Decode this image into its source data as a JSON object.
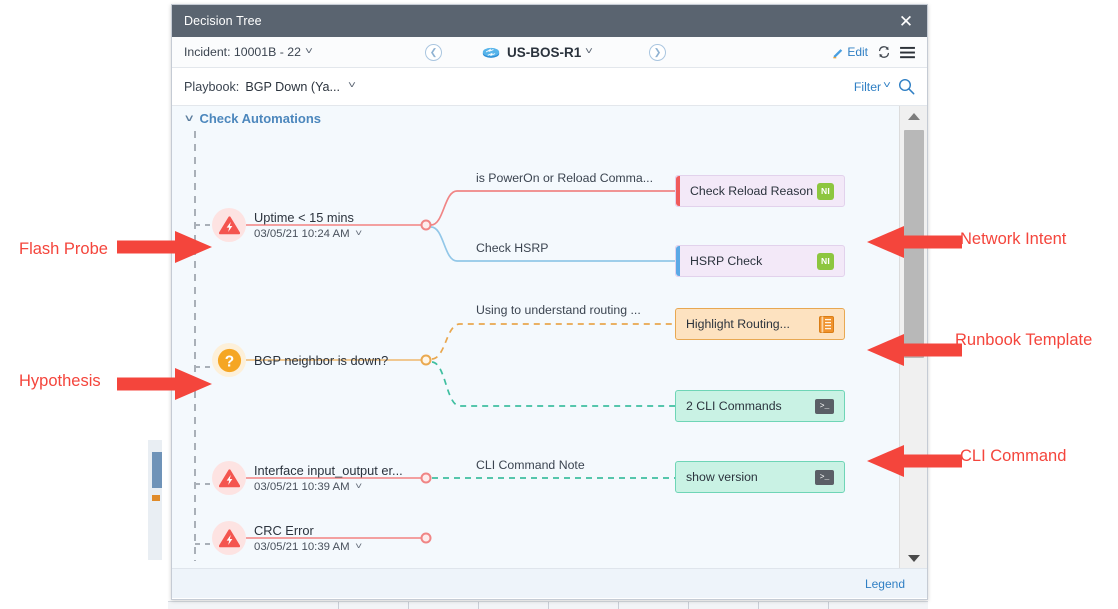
{
  "window": {
    "title": "Decision Tree",
    "close_icon": "close-icon"
  },
  "incident_bar": {
    "incident_label": "Incident: 10001B - 22",
    "prev_icon": "chevron-left-icon",
    "next_icon": "chevron-right-icon",
    "device_icon": "router-icon",
    "device_name": "US-BOS-R1",
    "edit_label": "Edit",
    "edit_icon": "pencil-icon",
    "sync_icon": "sync-icon",
    "menu_icon": "hamburger-menu-icon"
  },
  "playbook_bar": {
    "label": "Playbook:",
    "value": "BGP Down (Ya...",
    "filter_label": "Filter",
    "search_icon": "search-icon"
  },
  "tree": {
    "section_title": "Check Automations",
    "nodes": [
      {
        "id": "uptime",
        "icon": "flash-probe-icon",
        "title": "Uptime < 15 mins",
        "timestamp": "03/05/21 10:24 AM"
      },
      {
        "id": "bgp-hypothesis",
        "icon": "hypothesis-question-icon",
        "title": "BGP neighbor is down?",
        "timestamp": ""
      },
      {
        "id": "interface-errors",
        "icon": "flash-probe-icon",
        "title": "Interface input_output er...",
        "timestamp": "03/05/21 10:39 AM"
      },
      {
        "id": "crc-error",
        "icon": "flash-probe-icon",
        "title": "CRC Error",
        "timestamp": "03/05/21 10:39 AM"
      }
    ],
    "branch_labels": [
      "is PowerOn or Reload Comma...",
      "Check HSRP",
      "Using to understand routing ...",
      "CLI Command Note"
    ],
    "cards": [
      {
        "id": "check-reload-reason",
        "label": "Check Reload Reason",
        "type": "network-intent",
        "badge": "NI",
        "accent": "#f05b5b"
      },
      {
        "id": "hsrp-check",
        "label": "HSRP Check",
        "type": "network-intent",
        "badge": "NI",
        "accent": "#5aa9e6"
      },
      {
        "id": "highlight-routing",
        "label": "Highlight Routing...",
        "type": "runbook-template",
        "badge": "",
        "accent": "#e8a852"
      },
      {
        "id": "two-cli-commands",
        "label": "2 CLI Commands",
        "type": "cli-command",
        "badge": "",
        "accent": "#6ed5b6"
      },
      {
        "id": "show-version",
        "label": "show version",
        "type": "cli-command",
        "badge": "",
        "accent": "#6ed5b6"
      }
    ]
  },
  "footer": {
    "legend_label": "Legend"
  },
  "annotations": [
    {
      "id": "flash-probe",
      "text": "Flash Probe",
      "side": "left"
    },
    {
      "id": "hypothesis",
      "text": "Hypothesis",
      "side": "left"
    },
    {
      "id": "network-intent",
      "text": "Network Intent",
      "side": "right"
    },
    {
      "id": "runbook-template",
      "text": "Runbook Template",
      "side": "right"
    },
    {
      "id": "cli-command",
      "text": "CLI Command",
      "side": "right"
    }
  ],
  "colors": {
    "titlebar": "#5a6470",
    "canvas": "#f4f9fd",
    "accent_link": "#2f7fc4",
    "annotation": "#f4453c",
    "badge_green": "#8dc63f"
  }
}
